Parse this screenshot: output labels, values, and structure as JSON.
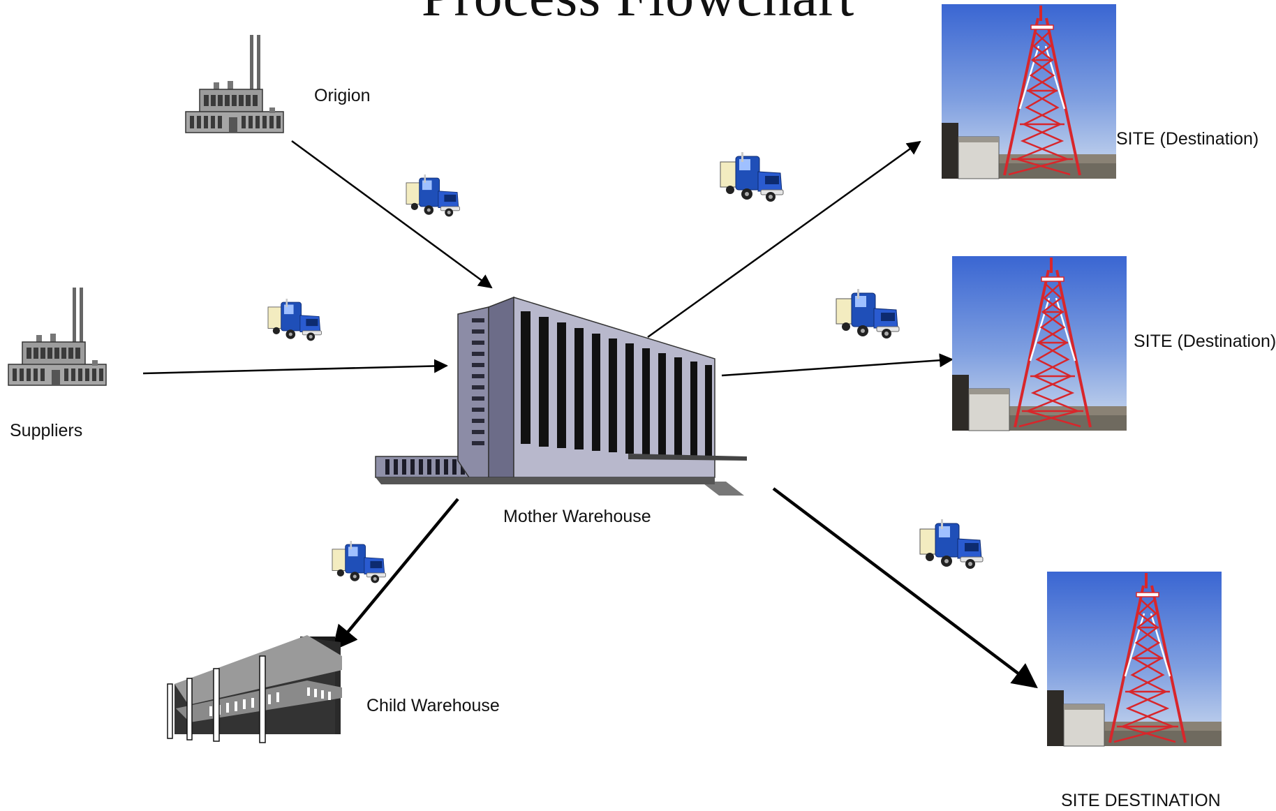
{
  "title": "Process Flowchart",
  "nodes": {
    "origin": {
      "label": "Origion",
      "icon": "factory-icon"
    },
    "suppliers": {
      "label": "Suppliers",
      "icon": "factory-icon"
    },
    "mother_warehouse": {
      "label": "Mother Warehouse",
      "icon": "office-building-icon"
    },
    "child_warehouse": {
      "label": "Child Warehouse",
      "icon": "warehouse-building-icon"
    },
    "site_1": {
      "label": "SITE (Destination)",
      "icon": "telecom-tower-photo"
    },
    "site_2": {
      "label": "SITE (Destination)",
      "icon": "telecom-tower-photo"
    },
    "site_3": {
      "label": "SITE DESTINATION",
      "icon": "telecom-tower-photo"
    }
  },
  "edges": [
    {
      "from": "Origion",
      "to": "Mother Warehouse",
      "icon": "truck-icon"
    },
    {
      "from": "Suppliers",
      "to": "Mother Warehouse",
      "icon": "truck-icon"
    },
    {
      "from": "Mother Warehouse",
      "to": "SITE (Destination)",
      "icon": "truck-icon"
    },
    {
      "from": "Mother Warehouse",
      "to": "SITE (Destination)",
      "icon": "truck-icon"
    },
    {
      "from": "Mother Warehouse",
      "to": "SITE DESTINATION",
      "icon": "truck-icon"
    },
    {
      "from": "Mother Warehouse",
      "to": "Child Warehouse",
      "icon": "truck-icon"
    }
  ],
  "colors": {
    "truck_blue": "#1f4fb8",
    "truck_trailer": "#f3ecc0",
    "tower_red": "#d8262b",
    "sky_top": "#3f6fd6",
    "sky_bottom": "#c9d8ee",
    "building_gray": "#8d8fa8",
    "arrow": "#000000"
  }
}
